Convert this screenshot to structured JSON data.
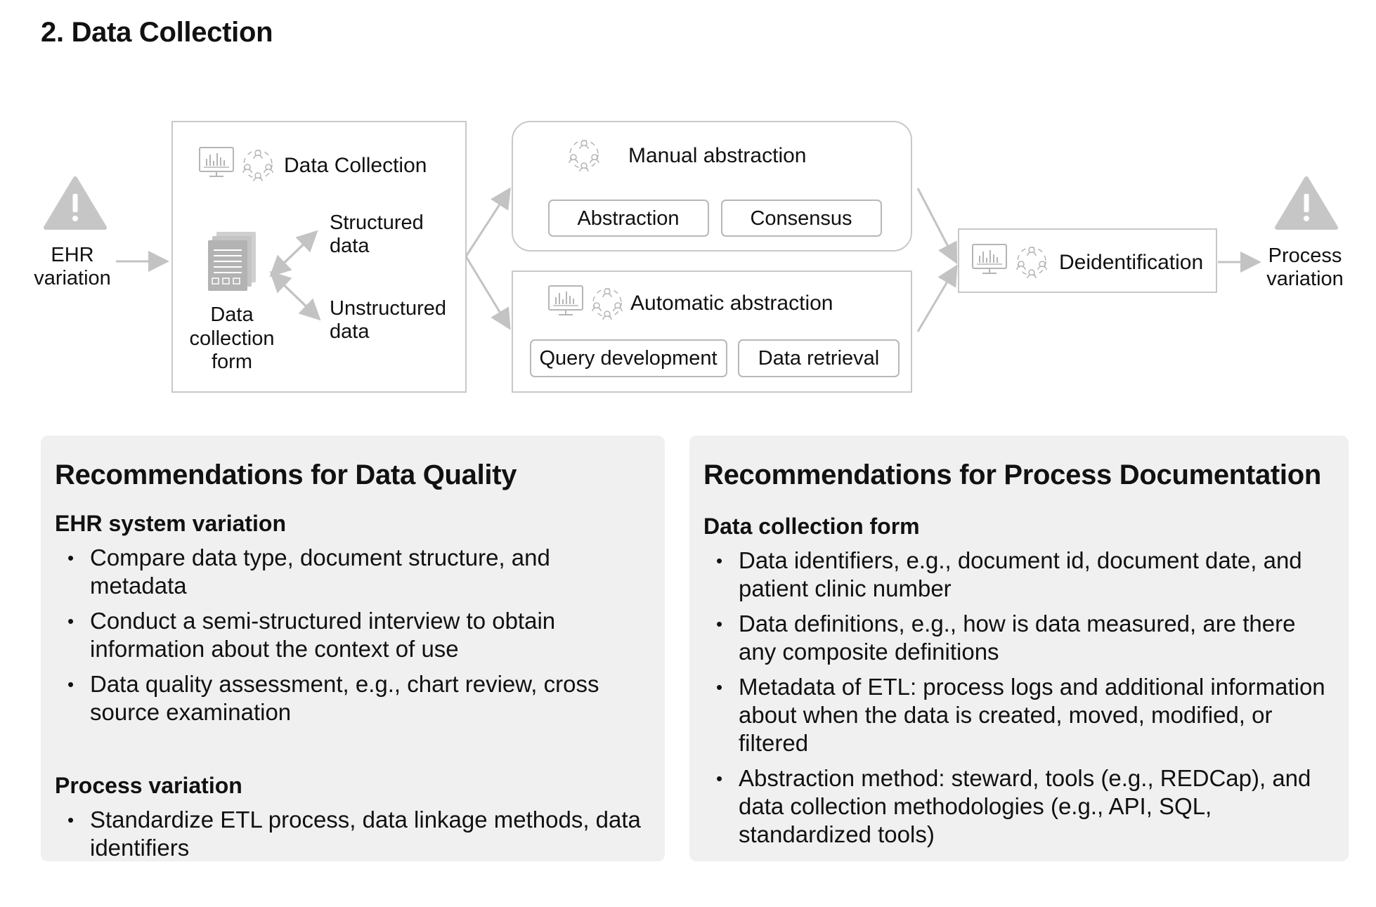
{
  "page": {
    "title": "2. Data Collection"
  },
  "diagram": {
    "ehr_label": [
      "EHR",
      "variation"
    ],
    "process_label": [
      "Process",
      "variation"
    ],
    "data_collection_box": {
      "title": "Data Collection",
      "form_label": [
        "Data",
        "collection",
        "form"
      ],
      "structured": [
        "Structured",
        "data"
      ],
      "unstructured": [
        "Unstructured",
        "data"
      ]
    },
    "manual": {
      "title": "Manual abstraction",
      "steps": [
        "Abstraction",
        "Consensus"
      ]
    },
    "automatic": {
      "title": "Automatic abstraction",
      "steps": [
        "Query development",
        "Data retrieval"
      ]
    },
    "deidentification": {
      "title": "Deidentification"
    },
    "icon_color": "#b5b5b5",
    "line_color": "#c3c3c3"
  },
  "data_quality": {
    "title": "Recommendations for Data Quality",
    "sections": [
      {
        "heading": "EHR system variation",
        "items": [
          "Compare data type, document structure, and metadata",
          "Conduct a semi-structured interview to obtain information about the context of use",
          "Data quality assessment, e.g., chart review, cross source examination"
        ]
      },
      {
        "heading": "Process variation",
        "items": [
          "Standardize ETL process, data linkage methods, data identifiers"
        ]
      }
    ]
  },
  "process_documentation": {
    "title": "Recommendations for Process Documentation",
    "sections": [
      {
        "heading": "Data collection form",
        "items": [
          "Data identifiers, e.g., document id, document date, and patient clinic number",
          "Data definitions, e.g., how is data measured, are there any composite definitions",
          "Metadata of ETL: process logs and additional information about when the data is created, moved, modified, or filtered",
          "Abstraction method: steward, tools (e.g., REDCap), and data collection methodologies (e.g., API, SQL, standardized tools)"
        ]
      }
    ]
  }
}
